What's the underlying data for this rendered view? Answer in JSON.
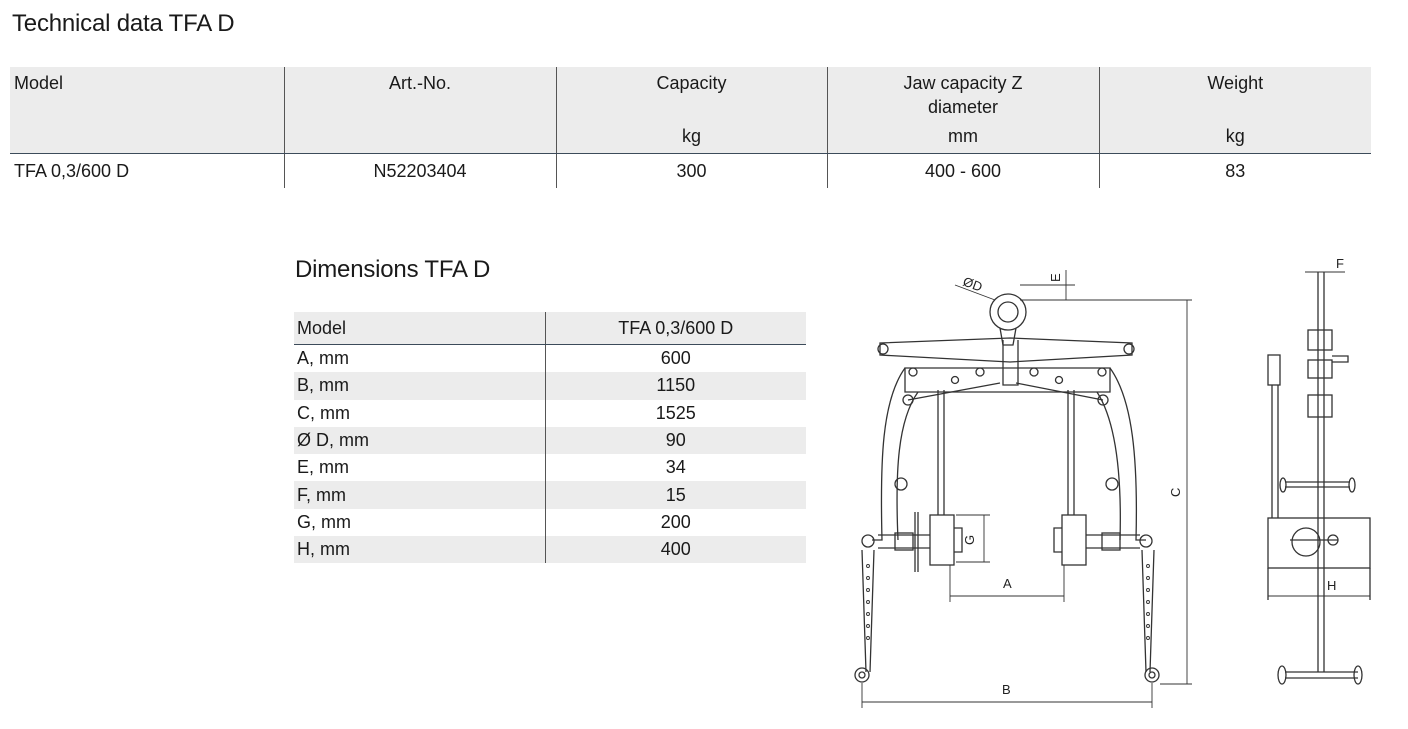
{
  "technical": {
    "title": "Technical data TFA D",
    "headers": {
      "model": "Model",
      "artno": "Art.-No.",
      "capacity": "Capacity",
      "capacity_unit": "kg",
      "jaw_line1": "Jaw capacity Z",
      "jaw_line2": "diameter",
      "jaw_unit": "mm",
      "weight": "Weight",
      "weight_unit": "kg"
    },
    "row": {
      "model": "TFA 0,3/600 D",
      "artno": "N52203404",
      "capacity": "300",
      "jaw": "400 - 600",
      "weight": "83"
    }
  },
  "dimensions": {
    "title": "Dimensions TFA D",
    "header_model": "Model",
    "header_value": "TFA 0,3/600 D",
    "rows": [
      {
        "label": "A, mm",
        "value": "600"
      },
      {
        "label": "B, mm",
        "value": "1150"
      },
      {
        "label": "C, mm",
        "value": "1525"
      },
      {
        "label": "Ø D, mm",
        "value": "90"
      },
      {
        "label": "E, mm",
        "value": "34"
      },
      {
        "label": "F, mm",
        "value": "15"
      },
      {
        "label": "G, mm",
        "value": "200"
      },
      {
        "label": "H, mm",
        "value": "400"
      }
    ]
  },
  "drawing_labels": {
    "a": "A",
    "b": "B",
    "c": "C",
    "d": "ØD",
    "e": "E",
    "f": "F",
    "g": "G",
    "h": "H"
  }
}
